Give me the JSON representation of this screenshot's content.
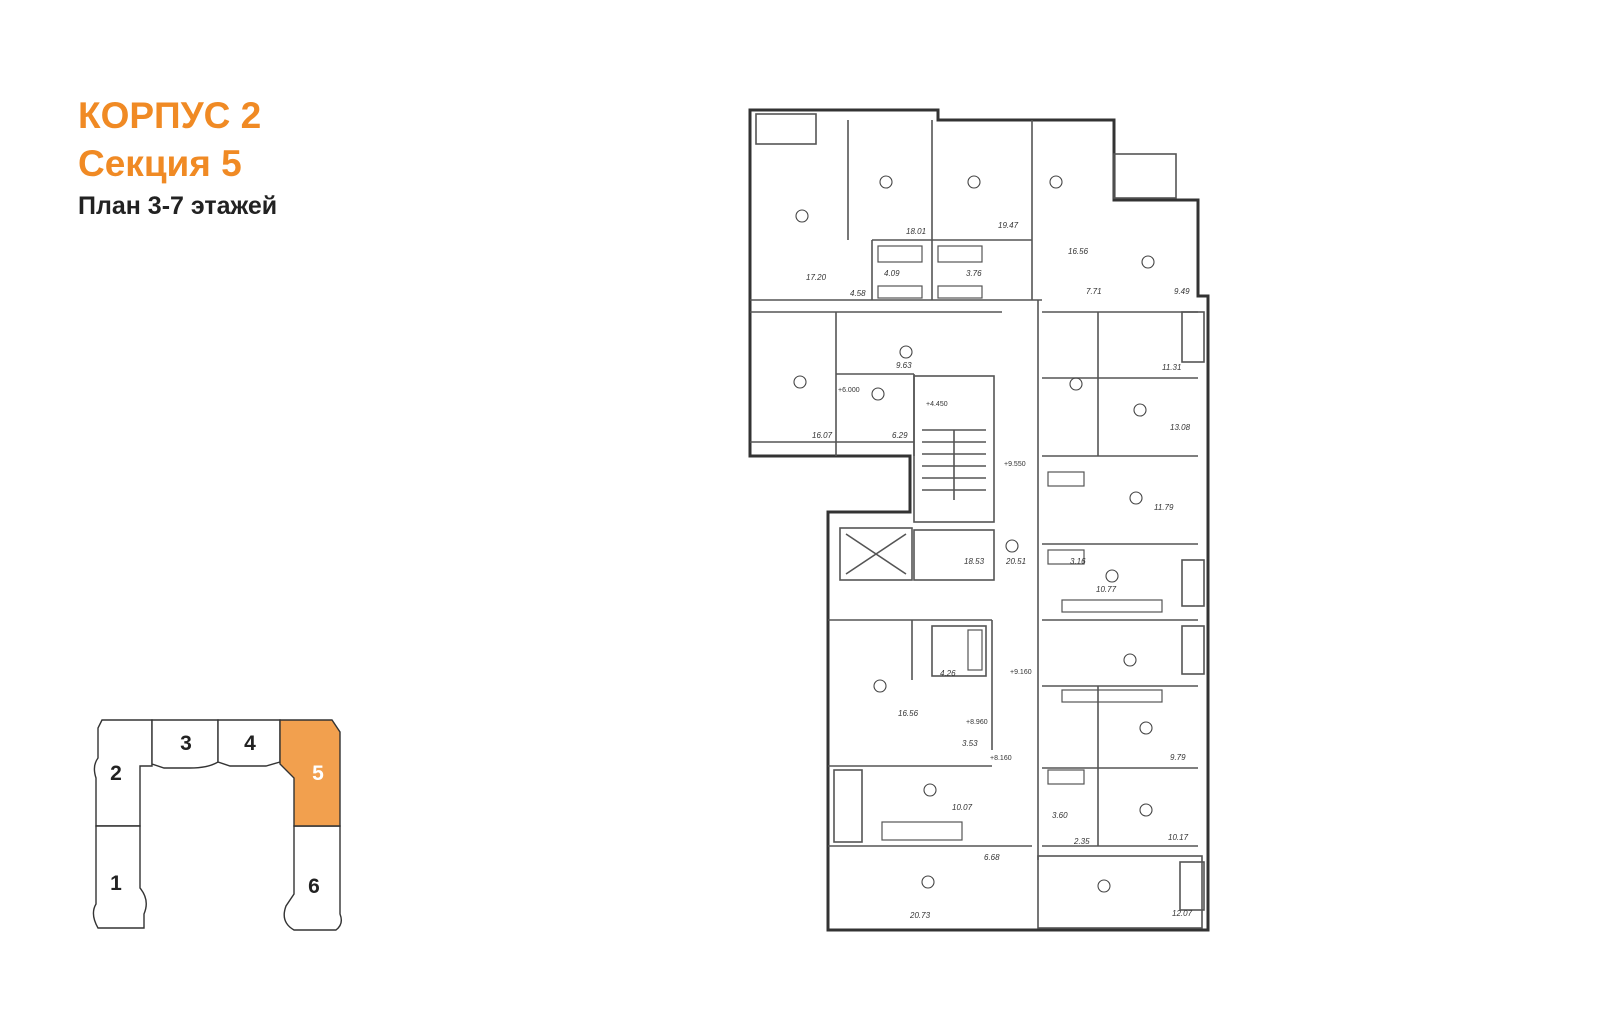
{
  "header": {
    "building": "КОРПУС 2",
    "section": "Секция 5",
    "plan": "План 3-7 этажей"
  },
  "colors": {
    "accent": "#f08a24",
    "line": "#333333",
    "highlight": "#f2a04e"
  },
  "key_plan": {
    "sections": [
      {
        "label": "1",
        "active": false
      },
      {
        "label": "2",
        "active": false
      },
      {
        "label": "3",
        "active": false
      },
      {
        "label": "4",
        "active": false
      },
      {
        "label": "5",
        "active": true
      },
      {
        "label": "6",
        "active": false
      }
    ]
  },
  "floor_plan": {
    "area_labels": [
      "18.01",
      "19.47",
      "16.56",
      "7.71",
      "9.49",
      "17.20",
      "4.58",
      "4.09",
      "3.76",
      "9.63",
      "16.07",
      "6.29",
      "11.31",
      "13.08",
      "11.79",
      "10.77",
      "9.79",
      "10.17",
      "12.07",
      "20.73",
      "16.56",
      "10.07",
      "3.53",
      "6.68",
      "2.35",
      "18.53",
      "20.51",
      "3.16",
      "3.60",
      "4.26"
    ],
    "level_marks": [
      "+4.450",
      "+6.000",
      "+9.550",
      "+9.160",
      "+8.960",
      "+8.160"
    ]
  }
}
